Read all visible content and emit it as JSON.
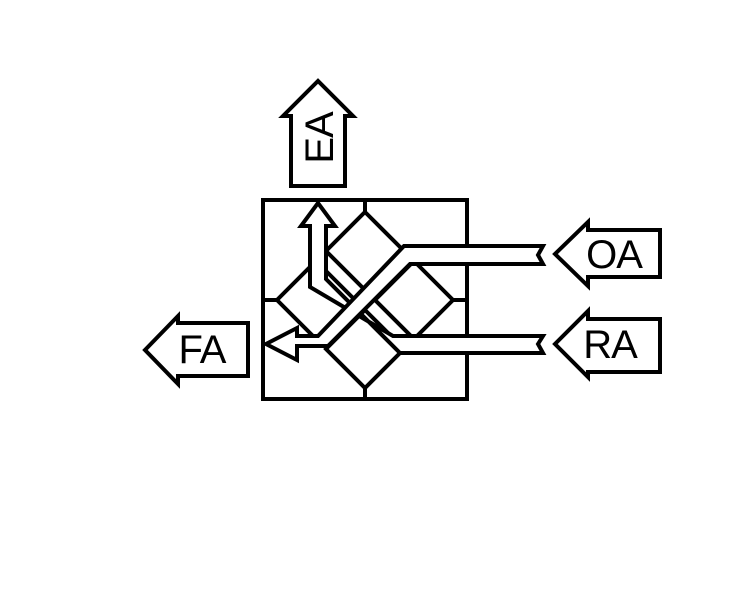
{
  "labels": {
    "exhaust": "EA",
    "outdoor": "OA",
    "return": "RA",
    "supply": "FA"
  },
  "colors": {
    "stroke": "#000000",
    "fill": "#ffffff"
  }
}
